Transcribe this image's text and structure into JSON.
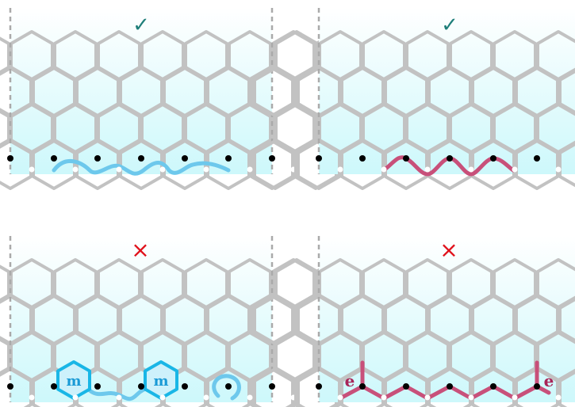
{
  "colors": {
    "lattice": "#c2c2c2",
    "background_top": "#ffffff",
    "background_bottom": "#cdf8fb",
    "dashed_edge": "#aaaaaa",
    "check": "#1f7f7a",
    "cross": "#e0101a",
    "blue_string": "#6dc8ec",
    "blue_hex_stroke": "#19b6e6",
    "blue_hex_fill": "#cdf1fb",
    "blue_label": "#1a9ad6",
    "pink_string": "#c8507a",
    "pink_label": "#a82458",
    "vertex_dark": "#000000",
    "vertex_light": "#ffffff"
  },
  "panels": [
    {
      "mark": "✓",
      "mark_type": "check",
      "defect": "blue-wavy-boundary-string"
    },
    {
      "mark": "✓",
      "mark_type": "check",
      "defect": "pink-zigzag-boundary-string"
    },
    {
      "mark": "×",
      "mark_type": "cross",
      "defect": "m-particles",
      "labels": [
        "m",
        "m"
      ]
    },
    {
      "mark": "×",
      "mark_type": "cross",
      "defect": "e-particles",
      "labels": [
        "e",
        "e"
      ]
    }
  ]
}
